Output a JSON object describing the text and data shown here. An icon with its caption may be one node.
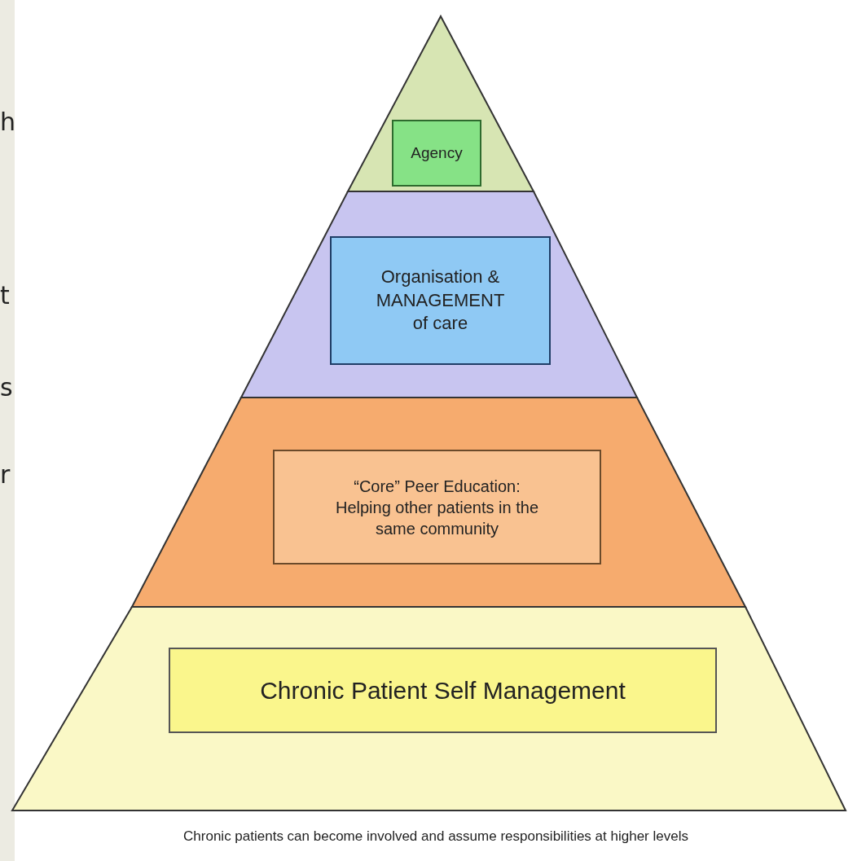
{
  "diagram": {
    "caption": "Chronic patients can become involved and assume responsibilities at higher levels",
    "nodes": [
      {
        "text": [],
        "shape": "triangle"
      },
      {
        "text": [
          "Agency"
        ],
        "in": 0
      },
      {
        "text": [],
        "shape": "band"
      },
      {
        "text": [
          "Organisation & MANAGEMENT of care"
        ],
        "in": 2
      },
      {
        "text": [],
        "shape": "band"
      },
      {
        "text": [
          "“Core” Peer Education: Helping other patients in the same community"
        ],
        "in": 4
      },
      {
        "text": [],
        "shape": "band"
      },
      {
        "text": [
          "Chronic Patient Self Management"
        ],
        "in": 6
      }
    ],
    "labels": [
      "h",
      "t",
      "s",
      "r"
    ]
  }
}
